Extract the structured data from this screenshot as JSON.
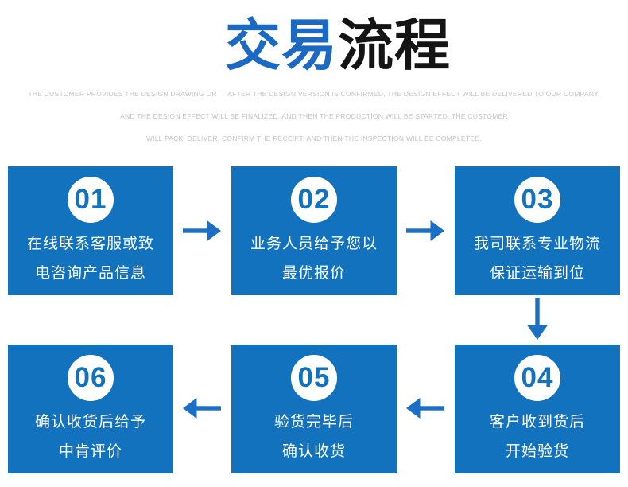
{
  "title": {
    "highlight": "交易",
    "rest": "流程"
  },
  "subtitle": {
    "line1": "THE CUSTOMER PROVIDES THE DESIGN DRAWING OR → AFTER THE DESIGN VERSION IS CONFIRMED, THE DESIGN EFFECT WILL BE DELIVERED TO OUR COMPANY,",
    "line2": "AND THE DESIGN EFFECT WILL BE FINALIZED, AND THEN THE PRODUCTION WILL BE STARTED. THE CUSTOMER",
    "line3": "WILL PACK, DELIVER, CONFIRM THE RECEIPT, AND THEN THE INSPECTION WILL BE COMPLETED."
  },
  "steps": [
    {
      "number": "01",
      "line1": "在线联系客服或致",
      "line2": "电咨询产品信息"
    },
    {
      "number": "02",
      "line1": "业务人员给予您以",
      "line2": "最优报价"
    },
    {
      "number": "03",
      "line1": "我司联系专业物流",
      "line2": "保证运输到位"
    },
    {
      "number": "04",
      "line1": "客户收到货后",
      "line2": "开始验货"
    },
    {
      "number": "05",
      "line1": "验货完毕后",
      "line2": "确认收货"
    },
    {
      "number": "06",
      "line1": "确认收货后给予",
      "line2": "中肯评价"
    }
  ],
  "flow": {
    "arrows": [
      "right",
      "right",
      "down",
      "left",
      "left"
    ]
  },
  "colors": {
    "page_bg": "#ffffff",
    "box_blue": "#1272be",
    "number_blue": "#1272be",
    "title_blue": "#1b69c3",
    "title_black": "#141414",
    "arrow_blue": "#1b6fc4",
    "subtitle_gray": "#c3c3c3"
  }
}
